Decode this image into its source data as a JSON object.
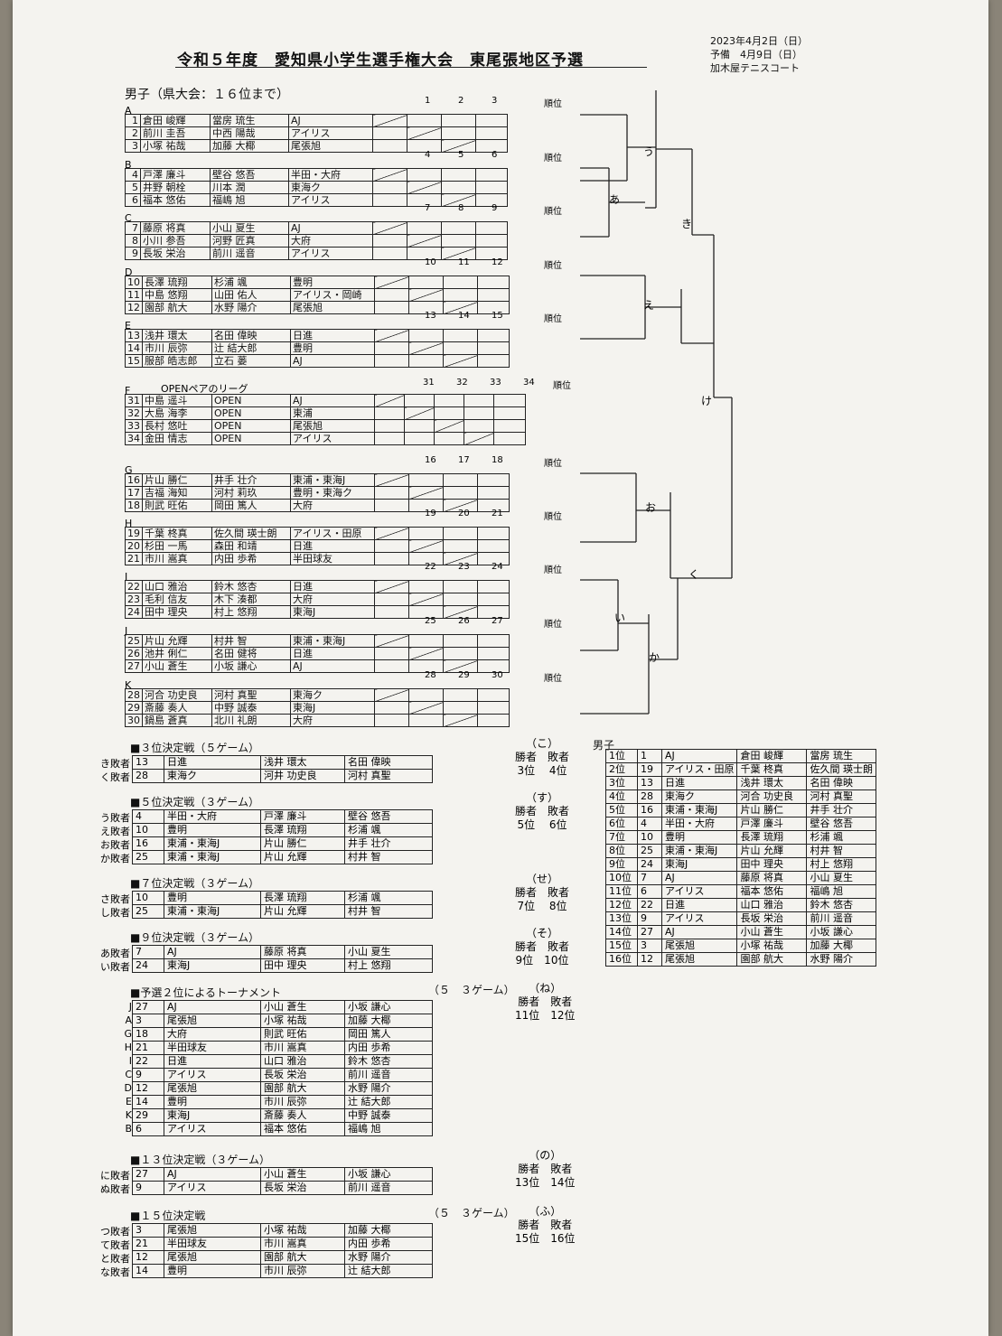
{
  "title": "令和５年度　愛知県小学生選手権大会　東尾張地区予選",
  "info": {
    "date": "2023年4月2日（日）",
    "reserve": "予備　4月9日（日）",
    "venue": "加木屋テニスコート"
  },
  "boys_label": "男子（県大会：１６位まで）",
  "rank_header": "順位",
  "groups": [
    {
      "label": "A",
      "nums": [
        "1",
        "2",
        "3"
      ],
      "rows": [
        [
          "1",
          "倉田 峻輝",
          "當房 琉生",
          "AJ"
        ],
        [
          "2",
          "前川 圭吾",
          "中西 陽哉",
          "アイリス"
        ],
        [
          "3",
          "小塚 祐哉",
          "加藤 大椰",
          "尾張旭"
        ]
      ]
    },
    {
      "label": "B",
      "nums": [
        "4",
        "5",
        "6"
      ],
      "rows": [
        [
          "4",
          "戸澤 廉斗",
          "壁谷 悠吾",
          "半田・大府"
        ],
        [
          "5",
          "井野 朝栓",
          "川本 潤",
          "東海ク"
        ],
        [
          "6",
          "福本 悠佑",
          "福嶋 旭",
          "アイリス"
        ]
      ]
    },
    {
      "label": "C",
      "nums": [
        "7",
        "8",
        "9"
      ],
      "rows": [
        [
          "7",
          "藤原 将真",
          "小山 夏生",
          "AJ"
        ],
        [
          "8",
          "小川 参吾",
          "河野 匠真",
          "大府"
        ],
        [
          "9",
          "長坂 栄治",
          "前川 遥音",
          "アイリス"
        ]
      ]
    },
    {
      "label": "D",
      "nums": [
        "10",
        "11",
        "12"
      ],
      "rows": [
        [
          "10",
          "長澤 琉翔",
          "杉浦 颯",
          "豊明"
        ],
        [
          "11",
          "中島 悠翔",
          "山田 佑人",
          "アイリス・岡崎"
        ],
        [
          "12",
          "園部 航大",
          "水野 陽介",
          "尾張旭"
        ]
      ]
    },
    {
      "label": "E",
      "nums": [
        "13",
        "14",
        "15"
      ],
      "rows": [
        [
          "13",
          "浅井 環太",
          "名田 偉映",
          "日進"
        ],
        [
          "14",
          "市川 辰弥",
          "辻 結大郎",
          "豊明"
        ],
        [
          "15",
          "服部 皓志郎",
          "立石 蒌",
          "AJ"
        ]
      ]
    },
    {
      "label": "G",
      "nums": [
        "16",
        "17",
        "18"
      ],
      "rows": [
        [
          "16",
          "片山 勝仁",
          "井手 壮介",
          "東浦・東海J"
        ],
        [
          "17",
          "吉福 海知",
          "河村 莉玖",
          "豊明・東海ク"
        ],
        [
          "18",
          "則武 旺佑",
          "岡田 篤人",
          "大府"
        ]
      ]
    },
    {
      "label": "H",
      "nums": [
        "19",
        "20",
        "21"
      ],
      "rows": [
        [
          "19",
          "千葉 柊真",
          "佐久間 瑛士朗",
          "アイリス・田原"
        ],
        [
          "20",
          "杉田 一馬",
          "森田 和靖",
          "日進"
        ],
        [
          "21",
          "市川 嵩真",
          "内田 歩希",
          "半田球友"
        ]
      ]
    },
    {
      "label": "I",
      "nums": [
        "22",
        "23",
        "24"
      ],
      "rows": [
        [
          "22",
          "山口 雅治",
          "鈴木 悠杏",
          "日進"
        ],
        [
          "23",
          "毛利 信友",
          "木下 湊都",
          "大府"
        ],
        [
          "24",
          "田中 理央",
          "村上 悠翔",
          "東海J"
        ]
      ]
    },
    {
      "label": "J",
      "nums": [
        "25",
        "26",
        "27"
      ],
      "rows": [
        [
          "25",
          "片山 允輝",
          "村井 智",
          "東浦・東海J"
        ],
        [
          "26",
          "池井 俐仁",
          "名田 健将",
          "日進"
        ],
        [
          "27",
          "小山 蒼生",
          "小坂 謙心",
          "AJ"
        ]
      ]
    },
    {
      "label": "K",
      "nums": [
        "28",
        "29",
        "30"
      ],
      "rows": [
        [
          "28",
          "河合 功史良",
          "河村 真聖",
          "東海ク"
        ],
        [
          "29",
          "斎藤 奏人",
          "中野 誠泰",
          "東海J"
        ],
        [
          "30",
          "鍋島 蒼真",
          "北川 礼朗",
          "大府"
        ]
      ]
    }
  ],
  "open": {
    "label": "F",
    "title": "OPENペアのリーグ",
    "nums": [
      "31",
      "32",
      "33",
      "34"
    ],
    "rows": [
      [
        "31",
        "中島 遥斗",
        "OPEN",
        "AJ"
      ],
      [
        "32",
        "大島 海李",
        "OPEN",
        "東浦"
      ],
      [
        "33",
        "長村 悠吐",
        "OPEN",
        "尾張旭"
      ],
      [
        "34",
        "金田 情志",
        "OPEN",
        "アイリス"
      ]
    ]
  },
  "bracket_labels": [
    "う",
    "あ",
    "き",
    "え",
    "け",
    "お",
    "く",
    "い",
    "か"
  ],
  "playoffs": [
    {
      "title": "■３位決定戦（５ゲーム）",
      "labels": [
        "き敗者",
        "く敗者"
      ],
      "rows": [
        [
          "13",
          "日進",
          "浅井 環太",
          "名田 偉映"
        ],
        [
          "28",
          "東海ク",
          "河井 功史良",
          "河村 真聖"
        ]
      ],
      "key": "こ",
      "wl": [
        "（こ）",
        "勝者　敗者",
        "3位　 4位"
      ]
    },
    {
      "title": "■５位決定戦（３ゲーム）",
      "labels": [
        "う敗者",
        "え敗者",
        "お敗者",
        "か敗者"
      ],
      "rows": [
        [
          "4",
          "半田・大府",
          "戸澤 廉斗",
          "壁谷 悠吾"
        ],
        [
          "10",
          "豊明",
          "長澤 琉翔",
          "杉浦 颯"
        ],
        [
          "16",
          "東浦・東海J",
          "片山 勝仁",
          "井手 壮介"
        ],
        [
          "25",
          "東浦・東海J",
          "片山 允輝",
          "村井 智"
        ]
      ],
      "key": "さし",
      "wl": [
        "（す）",
        "勝者　敗者",
        "5位　 6位"
      ]
    },
    {
      "title": "■７位決定戦（３ゲーム）",
      "labels": [
        "さ敗者",
        "し敗者"
      ],
      "rows": [
        [
          "10",
          "豊明",
          "長澤 琉翔",
          "杉浦 颯"
        ],
        [
          "25",
          "東浦・東海J",
          "片山 允輝",
          "村井 智"
        ]
      ],
      "key": "せ",
      "wl": [
        "（せ）",
        "勝者　敗者",
        "7位　 8位"
      ]
    },
    {
      "title": "■９位決定戦（３ゲーム）",
      "labels": [
        "あ敗者",
        "い敗者"
      ],
      "rows": [
        [
          "7",
          "AJ",
          "藤原 将真",
          "小山 夏生"
        ],
        [
          "24",
          "東海J",
          "田中 理央",
          "村上 悠翔"
        ]
      ],
      "key": "そ",
      "wl": [
        "（そ）",
        "勝者　敗者",
        "9位　10位"
      ]
    }
  ],
  "tournament2": {
    "title": "■予選２位によるトーナメント",
    "games": "（５　３ゲーム）",
    "labels": [
      "J",
      "A",
      "G",
      "H",
      "I",
      "C",
      "D",
      "E",
      "K",
      "B"
    ],
    "rows": [
      [
        "27",
        "AJ",
        "小山 蒼生",
        "小坂 謙心"
      ],
      [
        "3",
        "尾張旭",
        "小塚 祐哉",
        "加藤 大椰"
      ],
      [
        "18",
        "大府",
        "則武 旺佑",
        "岡田 篤人"
      ],
      [
        "21",
        "半田球友",
        "市川 嵩真",
        "内田 歩希"
      ],
      [
        "22",
        "日進",
        "山口 雅治",
        "鈴木 悠杏"
      ],
      [
        "9",
        "アイリス",
        "長坂 栄治",
        "前川 遥音"
      ],
      [
        "12",
        "尾張旭",
        "園部 航大",
        "水野 陽介"
      ],
      [
        "14",
        "豊明",
        "市川 辰弥",
        "辻 結大郎"
      ],
      [
        "29",
        "東海J",
        "斎藤 奏人",
        "中野 誠泰"
      ],
      [
        "6",
        "アイリス",
        "福本 悠佑",
        "福嶋 旭"
      ]
    ],
    "wl": [
      "（ね）",
      "勝者　敗者",
      "11位　12位"
    ]
  },
  "playoff13": {
    "title": "■１３位決定戦（３ゲーム）",
    "labels": [
      "に敗者",
      "ぬ敗者"
    ],
    "rows": [
      [
        "27",
        "AJ",
        "小山 蒼生",
        "小坂 謙心"
      ],
      [
        "9",
        "アイリス",
        "長坂 栄治",
        "前川 遥音"
      ]
    ],
    "wl": [
      "（の）",
      "勝者　敗者",
      "13位　14位"
    ]
  },
  "playoff15": {
    "title": "■１５位決定戦",
    "games": "（５　３ゲーム）",
    "labels": [
      "つ敗者",
      "て敗者",
      "と敗者",
      "な敗者"
    ],
    "rows": [
      [
        "3",
        "尾張旭",
        "小塚 祐哉",
        "加藤 大椰"
      ],
      [
        "21",
        "半田球友",
        "市川 嵩真",
        "内田 歩希"
      ],
      [
        "12",
        "尾張旭",
        "園部 航大",
        "水野 陽介"
      ],
      [
        "14",
        "豊明",
        "市川 辰弥",
        "辻 結大郎"
      ]
    ],
    "wl": [
      "（ふ）",
      "勝者　敗者",
      "15位　16位"
    ]
  },
  "ranking": {
    "title": "男子",
    "rows": [
      [
        "1位",
        "1",
        "AJ",
        "倉田 峻輝",
        "當房 琉生"
      ],
      [
        "2位",
        "19",
        "アイリス・田原",
        "千葉 柊真",
        "佐久間 瑛士朗"
      ],
      [
        "3位",
        "13",
        "日進",
        "浅井 環太",
        "名田 偉映"
      ],
      [
        "4位",
        "28",
        "東海ク",
        "河合 功史良",
        "河村 真聖"
      ],
      [
        "5位",
        "16",
        "東浦・東海J",
        "片山 勝仁",
        "井手 壮介"
      ],
      [
        "6位",
        "4",
        "半田・大府",
        "戸澤 廉斗",
        "壁谷 悠吾"
      ],
      [
        "7位",
        "10",
        "豊明",
        "長澤 琉翔",
        "杉浦 颯"
      ],
      [
        "8位",
        "25",
        "東浦・東海J",
        "片山 允輝",
        "村井 智"
      ],
      [
        "9位",
        "24",
        "東海J",
        "田中 理央",
        "村上 悠翔"
      ],
      [
        "10位",
        "7",
        "AJ",
        "藤原 将真",
        "小山 夏生"
      ],
      [
        "11位",
        "6",
        "アイリス",
        "福本 悠佑",
        "福嶋 旭"
      ],
      [
        "12位",
        "22",
        "日進",
        "山口 雅治",
        "鈴木 悠杏"
      ],
      [
        "13位",
        "9",
        "アイリス",
        "長坂 栄治",
        "前川 遥音"
      ],
      [
        "14位",
        "27",
        "AJ",
        "小山 蒼生",
        "小坂 謙心"
      ],
      [
        "15位",
        "3",
        "尾張旭",
        "小塚 祐哉",
        "加藤 大椰"
      ],
      [
        "16位",
        "12",
        "尾張旭",
        "園部 航大",
        "水野 陽介"
      ]
    ]
  },
  "colors": {
    "ink": "#111111",
    "red": "#d2322d",
    "paper": "#f4f3ef"
  }
}
